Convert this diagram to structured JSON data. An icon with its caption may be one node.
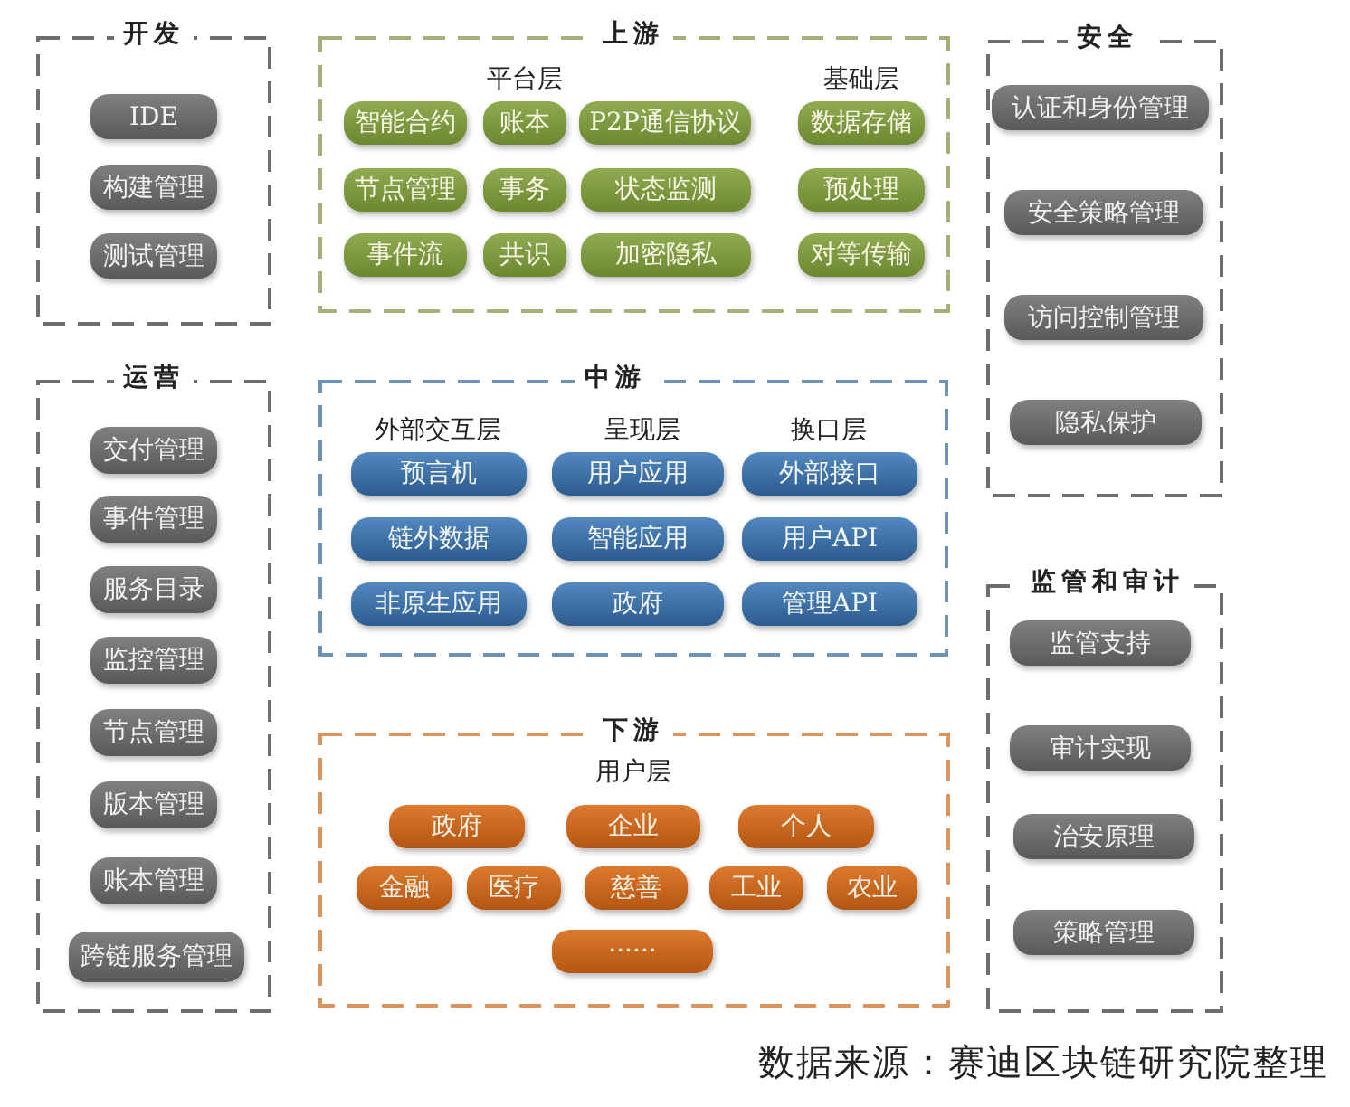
{
  "diagram": {
    "caption": "数据来源：赛迪区块链研究院整理",
    "nodes": [
      {
        "text": [
          "开发"
        ]
      },
      {
        "text": [
          "IDE"
        ],
        "in": 0
      },
      {
        "text": [
          "构建管理"
        ],
        "in": 0
      },
      {
        "text": [
          "测试管理"
        ],
        "in": 0
      },
      {
        "text": [
          "上游",
          "平台层",
          "基础层"
        ]
      },
      {
        "text": [
          "智能合约"
        ],
        "in": 4
      },
      {
        "text": [
          "账本"
        ],
        "in": 4
      },
      {
        "text": [
          "P2P通信协议"
        ],
        "in": 4
      },
      {
        "text": [
          "数据存储"
        ],
        "in": 4
      },
      {
        "text": [
          "节点管理"
        ],
        "in": 4
      },
      {
        "text": [
          "事务"
        ],
        "in": 4
      },
      {
        "text": [
          "状态监测"
        ],
        "in": 4
      },
      {
        "text": [
          "预处理"
        ],
        "in": 4
      },
      {
        "text": [
          "事件流"
        ],
        "in": 4
      },
      {
        "text": [
          "共识"
        ],
        "in": 4
      },
      {
        "text": [
          "加密隐私"
        ],
        "in": 4
      },
      {
        "text": [
          "对等传输"
        ],
        "in": 4
      },
      {
        "text": [
          "安全"
        ]
      },
      {
        "text": [
          "认证和身份管理"
        ],
        "in": 17
      },
      {
        "text": [
          "安全策略管理"
        ],
        "in": 17
      },
      {
        "text": [
          "访问控制管理"
        ],
        "in": 17
      },
      {
        "text": [
          "隐私保护"
        ],
        "in": 17
      },
      {
        "text": [
          "运营"
        ]
      },
      {
        "text": [
          "交付管理"
        ],
        "in": 22
      },
      {
        "text": [
          "事件管理"
        ],
        "in": 22
      },
      {
        "text": [
          "服务目录"
        ],
        "in": 22
      },
      {
        "text": [
          "监控管理"
        ],
        "in": 22
      },
      {
        "text": [
          "节点管理"
        ],
        "in": 22
      },
      {
        "text": [
          "版本管理"
        ],
        "in": 22
      },
      {
        "text": [
          "账本管理"
        ],
        "in": 22
      },
      {
        "text": [
          "跨链服务管理"
        ],
        "in": 22
      },
      {
        "text": [
          "中游",
          "外部交互层",
          "呈现层",
          "换口层"
        ]
      },
      {
        "text": [
          "预言机"
        ],
        "in": 31
      },
      {
        "text": [
          "用户应用"
        ],
        "in": 31
      },
      {
        "text": [
          "外部接口"
        ],
        "in": 31
      },
      {
        "text": [
          "链外数据"
        ],
        "in": 31
      },
      {
        "text": [
          "智能应用"
        ],
        "in": 31
      },
      {
        "text": [
          "用户API"
        ],
        "in": 31
      },
      {
        "text": [
          "非原生应用"
        ],
        "in": 31
      },
      {
        "text": [
          "政府"
        ],
        "in": 31
      },
      {
        "text": [
          "管理API"
        ],
        "in": 31
      },
      {
        "text": [
          "监管和审计"
        ]
      },
      {
        "text": [
          "监管支持"
        ],
        "in": 41
      },
      {
        "text": [
          "审计实现"
        ],
        "in": 41
      },
      {
        "text": [
          "治安原理"
        ],
        "in": 41
      },
      {
        "text": [
          "策略管理"
        ],
        "in": 41
      },
      {
        "text": [
          "下游",
          "用户层"
        ]
      },
      {
        "text": [
          "政府"
        ],
        "in": 46
      },
      {
        "text": [
          "企业"
        ],
        "in": 46
      },
      {
        "text": [
          "个人"
        ],
        "in": 46
      },
      {
        "text": [
          "金融"
        ],
        "in": 46
      },
      {
        "text": [
          "医疗"
        ],
        "in": 46
      },
      {
        "text": [
          "慈善"
        ],
        "in": 46
      },
      {
        "text": [
          "工业"
        ],
        "in": 46
      },
      {
        "text": [
          "农业"
        ],
        "in": 46
      },
      {
        "text": [
          "······"
        ],
        "in": 46
      }
    ]
  }
}
